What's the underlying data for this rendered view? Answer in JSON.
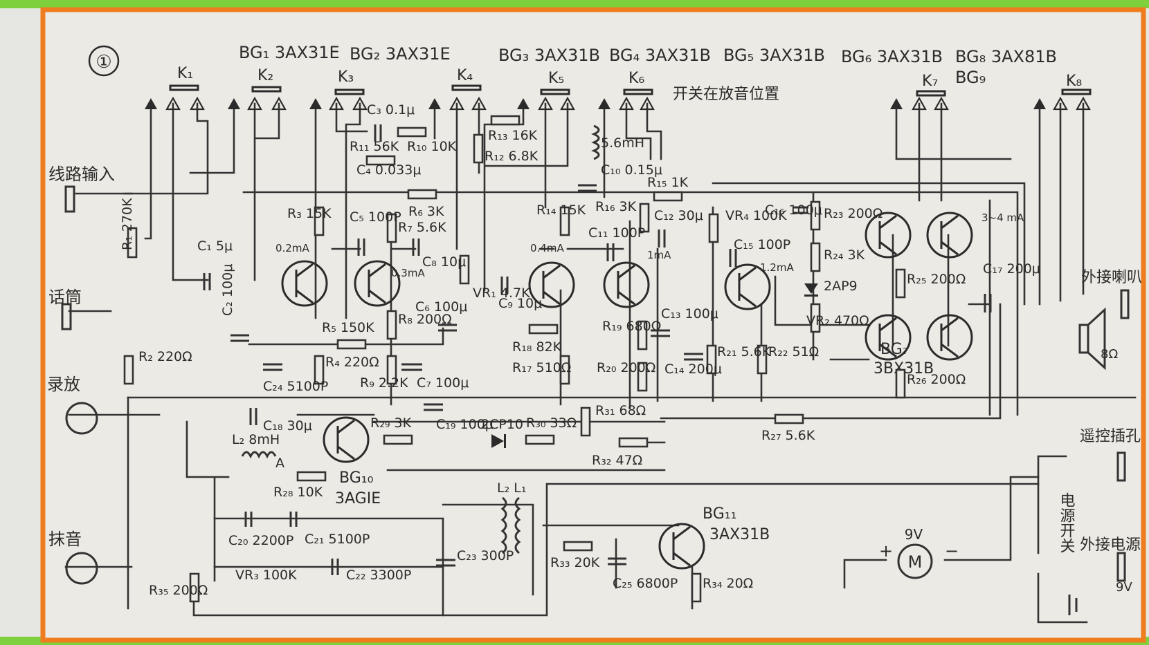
{
  "colors": {
    "frame_orange": "#ee7d1f",
    "frame_green": "#7ed13c",
    "paper": "#eceae4",
    "ink": "#2b2b2b"
  },
  "figure_number": "①",
  "switch_note": "开关在放音位置",
  "transistor_labels": [
    "BG₁ 3AX31E",
    "BG₂ 3AX31E",
    "BG₃ 3AX31B",
    "BG₄ 3AX31B",
    "BG₅ 3AX31B",
    "BG₆ 3AX31B",
    "BG₈ 3AX81B",
    "BG₉",
    "BG₇",
    "3BX31B",
    "BG₁₀",
    "3AGIE",
    "BG₁₁",
    "3AX31B"
  ],
  "switches": [
    "K₁",
    "K₂",
    "K₃",
    "K₄",
    "K₅",
    "K₆",
    "K₇",
    "K₈"
  ],
  "io_labels": {
    "line_in": "线路输入",
    "mic": "话筒",
    "rec_play": "录放",
    "erase": "抹音",
    "ext_speaker": "外接喇叭",
    "remote": "遥控插孔",
    "power_switch": "电源开关",
    "ext_power": "外接电源",
    "speaker_imp": "8Ω",
    "motor": "M",
    "motor_v": "9V",
    "plus": "+",
    "minus": "−",
    "ext_v": "9V"
  },
  "parts": [
    "R₁ 270K",
    "R₂ 220Ω",
    "R₃ 15K",
    "R₄ 220Ω",
    "R₅ 150K",
    "R₆ 3K",
    "R₇ 5.6K",
    "R₈ 200Ω",
    "R₉ 2.2K",
    "R₁₀ 10K",
    "R₁₁ 56K",
    "R₁₂ 6.8K",
    "R₁₃ 16K",
    "R₁₄ 15K",
    "R₁₅ 1K",
    "R₁₆ 3K",
    "R₁₇ 510Ω",
    "R₁₈ 82K",
    "R₁₉ 680Ω",
    "R₂₀ 200Ω",
    "R₂₁ 5.6K",
    "R₂₂ 51Ω",
    "R₂₃ 200Ω",
    "R₂₄ 3K",
    "R₂₅ 200Ω",
    "R₂₆ 200Ω",
    "R₂₇ 5.6K",
    "R₂₈ 10K",
    "R₂₉ 3K",
    "R₃₀ 33Ω",
    "R₃₁ 68Ω",
    "R₃₂ 47Ω",
    "R₃₃ 20K",
    "R₃₄ 20Ω",
    "R₃₅ 200Ω",
    "C₁ 5μ",
    "C₂ 100μ",
    "C₃ 0.1μ",
    "C₄ 0.033μ",
    "C₅ 100P",
    "C₆ 100μ",
    "C₇ 100μ",
    "C₈ 10μ",
    "C₉ 10μ",
    "C₁₀ 0.15μ",
    "C₁₁ 100P",
    "C₁₂ 30μ",
    "C₁₃ 100μ",
    "C₁₄ 200μ",
    "C₁₅ 100P",
    "C₁₆ 100μ",
    "C₁₇ 200μ",
    "C₁₈ 30μ",
    "C₁₉ 100μ",
    "C₂₀ 2200P",
    "C₂₁ 5100P",
    "C₂₂ 3300P",
    "C₂₃ 300P",
    "C₂₄ 5100P",
    "C₂₅ 6800P",
    "VR₁ 4.7K",
    "VR₂ 470Ω",
    "VR₃ 100K",
    "VR₄ 100K",
    "5.6mH",
    "L₂ 8mH",
    "A",
    "L₂ L₁",
    "2CP10",
    "2AP9"
  ],
  "currents": [
    "0.2mA",
    "0.3mA",
    "0.4mA",
    "1mA",
    "1.2mA",
    "3~4 mA"
  ]
}
